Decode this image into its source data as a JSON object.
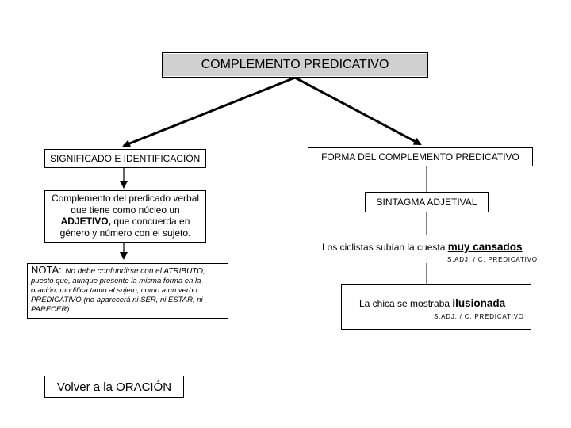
{
  "title": "COMPLEMENTO PREDICATIVO",
  "left": {
    "heading": "SIGNIFICADO E IDENTIFICACIÓN",
    "desc_before": "Complemento del predicado verbal que tiene como núcleo un",
    "desc_bold": "ADJETIVO,",
    "desc_after": "que concuerda en género y número con el sujeto.",
    "note_label": "NOTA:",
    "note_line1": "No debe confundirse con el ATRIBUTO,",
    "note_rest": "puesto que, aunque presente la misma forma en la oración, modifica tanto al sujeto, como a un verbo PREDICATIVO (no aparecerá ni SER, ni ESTAR, ni PARECER)."
  },
  "right": {
    "heading": "FORMA DEL COMPLEMENTO PREDICATIVO",
    "type": "SINTAGMA ADJETIVAL",
    "example1": {
      "text": "Los ciclistas subían la cuesta",
      "highlight": "muy cansados",
      "caption": "S.ADJ. / C. PREDICATIVO"
    },
    "example2": {
      "text": "La chica se mostraba",
      "highlight": "ilusionada",
      "caption": "S.ADJ. / C. PREDICATIVO"
    }
  },
  "back_link": "Volver a la ORACIÓN",
  "colors": {
    "title_bg": "#d0d0d0",
    "line": "#000000",
    "text": "#000000"
  }
}
